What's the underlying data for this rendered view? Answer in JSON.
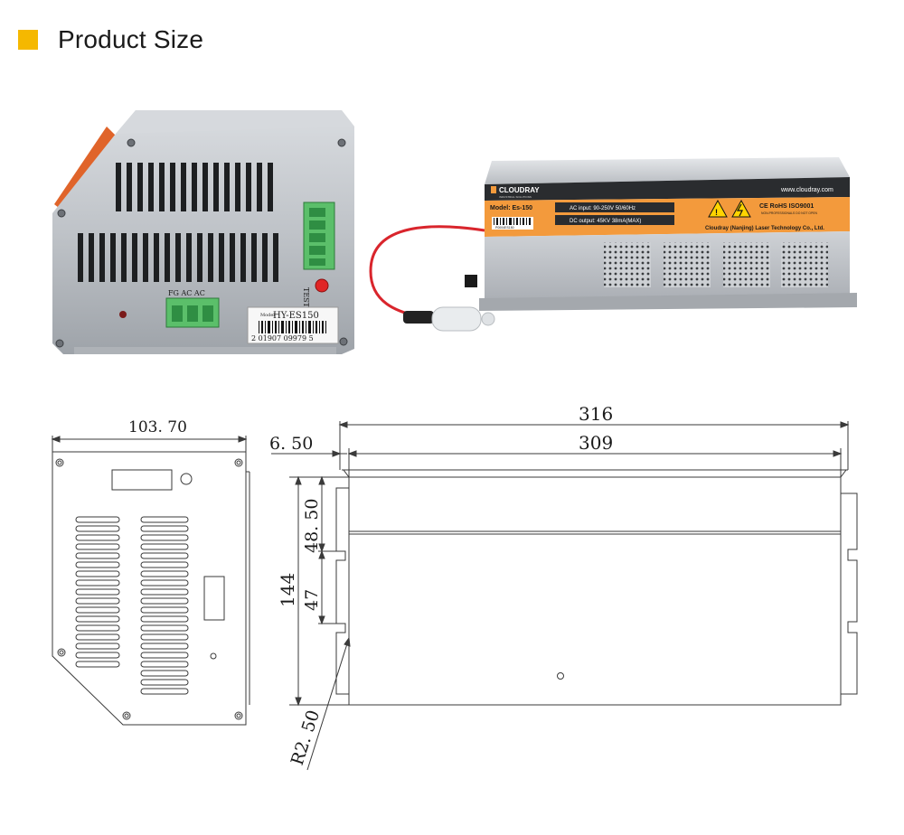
{
  "header": {
    "title": "Product Size",
    "marker_color": "#f5b800"
  },
  "photo_end": {
    "terminal_label_1": "FG AC AC",
    "side_label": "TEST",
    "sticker_small": "Model",
    "sticker_model": "HY-ES150",
    "sticker_barcode": "2 01907 09979 5"
  },
  "photo_side": {
    "brand": "CLOUDRAY",
    "brand_sub": "INDUSTRIAL SOLUTIONS",
    "website": "www.cloudray.com",
    "model": "Model: Es-150",
    "ac_input": "AC input: 90-250V 50/60Hz",
    "dc_output": "DC output: 45KV 38mA(MAX)",
    "certs": "CE RoHS ISO9001",
    "warning": "NON-PROFESSIONALS DO NOT OPEN",
    "company": "Cloudray (Nanjing) Laser Technology Co., Ltd.",
    "barcode_text": "P0004ES150",
    "label_color": "#f39a3c"
  },
  "drawing": {
    "front_width": "103. 70",
    "total_length": "316",
    "body_length": "309",
    "offset": "6. 50",
    "height": "144",
    "upper_section": "48. 50",
    "mid_section": "47",
    "radius": "R2. 50"
  }
}
